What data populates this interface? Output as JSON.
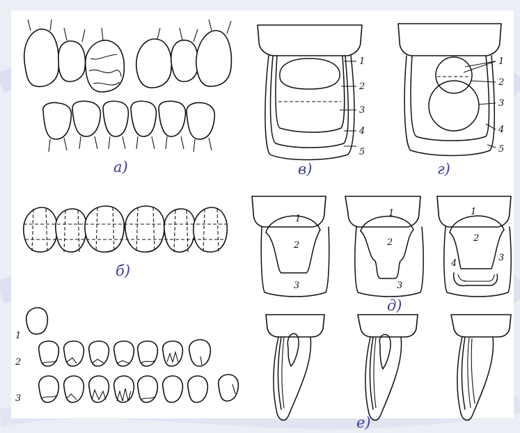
{
  "captions": {
    "a": "а)",
    "b": "б)",
    "v": "в)",
    "g": "г)",
    "d": "д)",
    "e": "е)"
  },
  "panel_v_labels": [
    "1",
    "2",
    "3",
    "4",
    "5"
  ],
  "panel_g_labels": [
    "1",
    "2",
    "3",
    "4",
    "5"
  ],
  "panel_d_labels": {
    "left": [
      "1",
      "2",
      "3"
    ],
    "middle": [
      "1",
      "2",
      "3"
    ],
    "right": [
      "1",
      "2",
      "3",
      "4"
    ]
  },
  "rows_labels": [
    "1",
    "2",
    "3"
  ]
}
